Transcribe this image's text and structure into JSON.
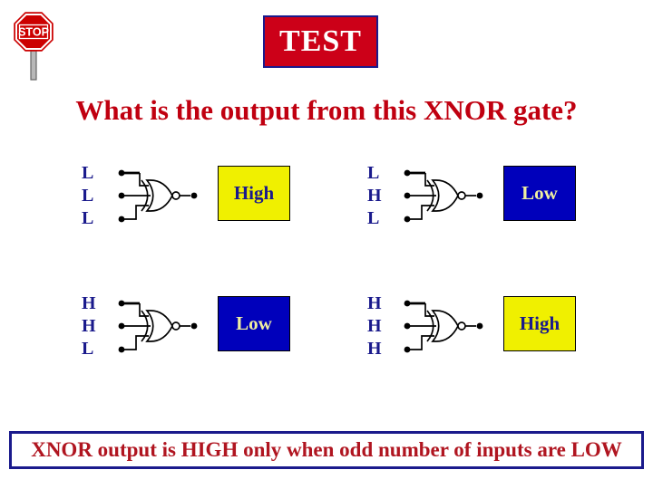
{
  "slide": {
    "stop_sign_label": "STOP",
    "title": "TEST",
    "question": "What is the output from this XNOR gate?",
    "footer": "XNOR output is HIGH only when odd number of inputs are LOW"
  },
  "colors": {
    "title_bg": "#cc0018",
    "title_border": "#1a1a8c",
    "navy_text": "#1a1a8c",
    "question_red": "#c00010",
    "footer_red": "#b01520",
    "high_box_bg": "#f0f000",
    "high_box_text": "#1a1a8c",
    "low_box_bg": "#0000bb",
    "low_box_text": "#f0f0a0",
    "stop_sign_red": "#cc0000"
  },
  "groups": [
    {
      "inputs": [
        "L",
        "L",
        "L"
      ],
      "output": "High",
      "state": "high"
    },
    {
      "inputs": [
        "L",
        "H",
        "L"
      ],
      "output": "Low",
      "state": "low"
    },
    {
      "inputs": [
        "H",
        "H",
        "L"
      ],
      "output": "Low",
      "state": "low"
    },
    {
      "inputs": [
        "H",
        "H",
        "H"
      ],
      "output": "High",
      "state": "high"
    }
  ]
}
